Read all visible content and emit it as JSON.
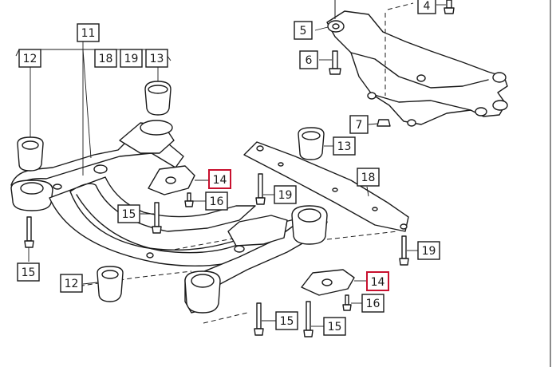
{
  "callouts": [
    {
      "id": "c11a",
      "text": "11",
      "highlight": false
    },
    {
      "id": "c12a",
      "text": "12",
      "highlight": false
    },
    {
      "id": "c18a",
      "text": "18",
      "highlight": false
    },
    {
      "id": "c19a",
      "text": "19",
      "highlight": false
    },
    {
      "id": "c13a",
      "text": "13",
      "highlight": false
    },
    {
      "id": "c4",
      "text": "4",
      "highlight": false
    },
    {
      "id": "c5",
      "text": "5",
      "highlight": false
    },
    {
      "id": "c6",
      "text": "6",
      "highlight": false
    },
    {
      "id": "c7",
      "text": "7",
      "highlight": false
    },
    {
      "id": "c13b",
      "text": "13",
      "highlight": false
    },
    {
      "id": "c14a",
      "text": "14",
      "highlight": true
    },
    {
      "id": "c16a",
      "text": "16",
      "highlight": false
    },
    {
      "id": "c19b",
      "text": "19",
      "highlight": false
    },
    {
      "id": "c18b",
      "text": "18",
      "highlight": false
    },
    {
      "id": "c15a",
      "text": "15",
      "highlight": false
    },
    {
      "id": "c19c",
      "text": "19",
      "highlight": false
    },
    {
      "id": "c15b",
      "text": "15",
      "highlight": false
    },
    {
      "id": "c12b",
      "text": "12",
      "highlight": false
    },
    {
      "id": "c14b",
      "text": "14",
      "highlight": true
    },
    {
      "id": "c16b",
      "text": "16",
      "highlight": false
    },
    {
      "id": "c15c",
      "text": "15",
      "highlight": false
    },
    {
      "id": "c15d",
      "text": "15",
      "highlight": false
    }
  ]
}
